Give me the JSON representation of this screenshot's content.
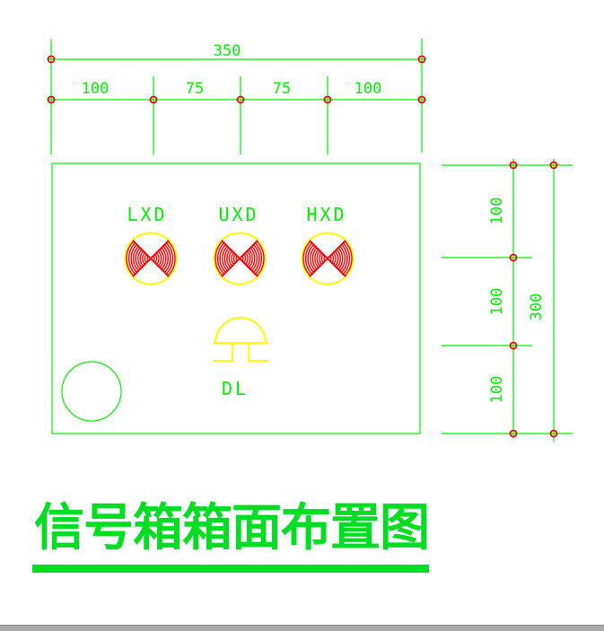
{
  "title": {
    "text": "信号箱箱面布置图"
  },
  "dimensions": {
    "top": {
      "total": "350",
      "segments": [
        "100",
        "75",
        "75",
        "100"
      ]
    },
    "right": {
      "total": "300",
      "segments": [
        "100",
        "100",
        "100"
      ]
    }
  },
  "panel": {
    "lamps": [
      {
        "label": "LXD"
      },
      {
        "label": "UXD"
      },
      {
        "label": "HXD"
      }
    ],
    "button": {
      "label": "DL"
    }
  },
  "icons": {
    "lamp": "signal-lamp-icon",
    "button": "push-button-icon",
    "hole": "mounting-hole-circle",
    "marker": "dimension-node-marker"
  },
  "colors": {
    "line_green": "#00f000",
    "title_green": "#00dd22",
    "red": "#ff0000",
    "yellow": "#ffff00",
    "bottom_bar_gray": "#a8a8a8"
  }
}
